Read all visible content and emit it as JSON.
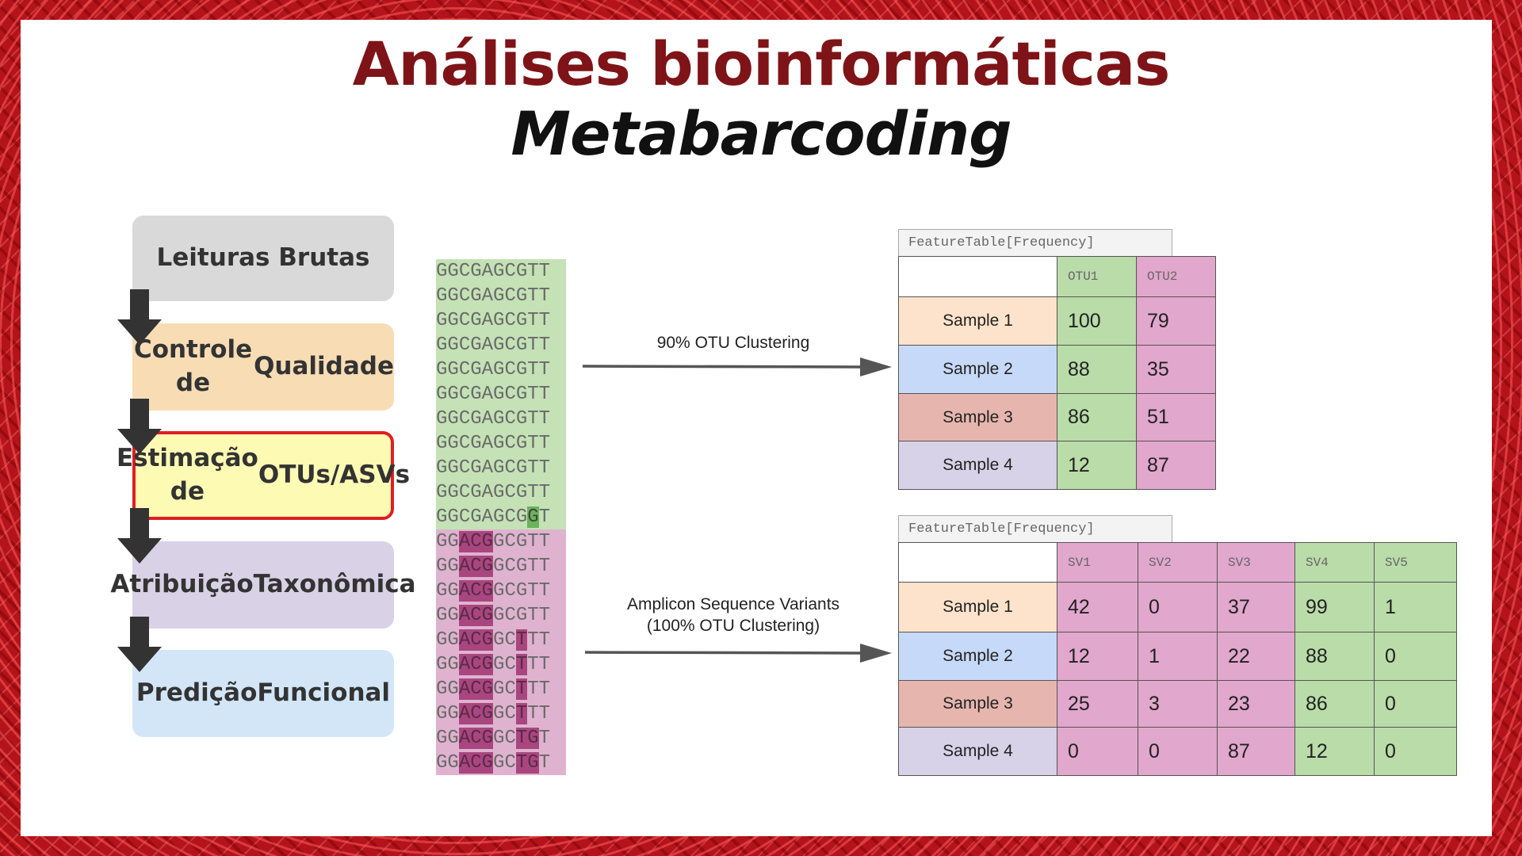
{
  "title": "Análises bioinformáticas",
  "subtitle": "Metabarcoding",
  "colors": {
    "title_red": "#7e1418",
    "highlight_border": "#e01e22",
    "green": "#b9dca9",
    "pink": "#e1a7cc"
  },
  "pipeline": [
    {
      "label": "Leituras Brutas",
      "color": "#d9d9d9"
    },
    {
      "label": "Controle de\nQualidade",
      "color": "#f7dcb4"
    },
    {
      "label": "Estimação de\nOTUs/ASVs",
      "color": "#fdfab3",
      "highlighted": true
    },
    {
      "label": "Atribuição\nTaxonômica",
      "color": "#d9d1e6"
    },
    {
      "label": "Predição\nFuncional",
      "color": "#d2e6f8"
    }
  ],
  "sequences": {
    "green": [
      "GGCGAGCGTT",
      "GGCGAGCGTT",
      "GGCGAGCGTT",
      "GGCGAGCGTT",
      "GGCGAGCGTT",
      "GGCGAGCGTT",
      "GGCGAGCGTT",
      "GGCGAGCGTT",
      "GGCGAGCGTT",
      "GGCGAGCGTT",
      "GGCGAGCGGT"
    ],
    "pink": [
      "GGACGGCGTT",
      "GGACGGCGTT",
      "GGACGGCGTT",
      "GGACGGCGTT",
      "GGACGGCTTT",
      "GGACGGCTTT",
      "GGACGGCTTT",
      "GGACGGCTTT",
      "GGACGGCTGT",
      "GGACGGCTGT"
    ]
  },
  "otu_label": "90% OTU Clustering",
  "asv_label_line1": "Amplicon Sequence Variants",
  "asv_label_line2": "(100% OTU Clustering)",
  "feature_table_label": "FeatureTable[Frequency]",
  "otu_table": {
    "columns": [
      "OTU1",
      "OTU2"
    ],
    "rows": [
      {
        "sample": "Sample 1",
        "values": [
          100,
          79
        ]
      },
      {
        "sample": "Sample 2",
        "values": [
          88,
          35
        ]
      },
      {
        "sample": "Sample 3",
        "values": [
          86,
          51
        ]
      },
      {
        "sample": "Sample 4",
        "values": [
          12,
          87
        ]
      }
    ]
  },
  "asv_table": {
    "columns": [
      "SV1",
      "SV2",
      "SV3",
      "SV4",
      "SV5"
    ],
    "rows": [
      {
        "sample": "Sample 1",
        "values": [
          42,
          0,
          37,
          99,
          1
        ]
      },
      {
        "sample": "Sample 2",
        "values": [
          12,
          1,
          22,
          88,
          0
        ]
      },
      {
        "sample": "Sample 3",
        "values": [
          25,
          3,
          23,
          86,
          0
        ]
      },
      {
        "sample": "Sample 4",
        "values": [
          0,
          0,
          87,
          12,
          0
        ]
      }
    ]
  },
  "sample_colors": [
    "#fde3cb",
    "#c7d9f8",
    "#e6b6ae",
    "#d8d2e8"
  ]
}
